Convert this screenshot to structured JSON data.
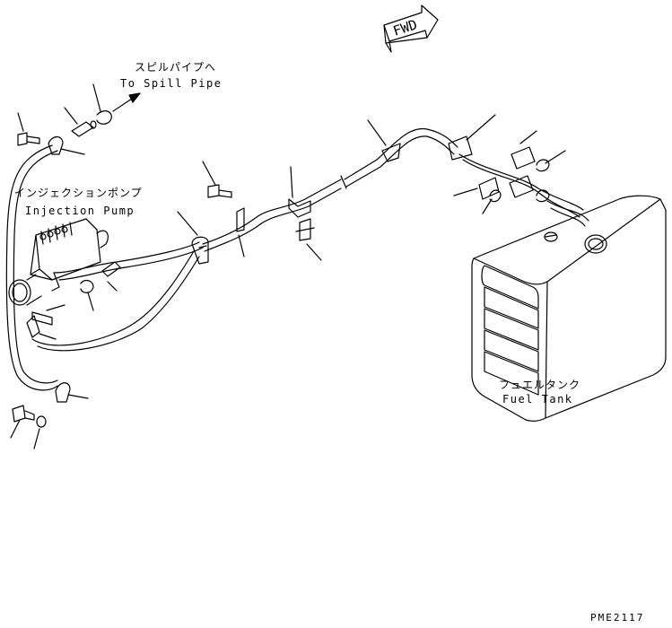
{
  "spill_pipe": {
    "label_jp": "スピルパイプへ",
    "label_en": "To Spill Pipe"
  },
  "injection_pump": {
    "label_jp": "インジェクションポンプ",
    "label_en": "Injection Pump"
  },
  "fuel_tank": {
    "label_jp": "フュエルタンク",
    "label_en": "Fuel Tank"
  },
  "direction": {
    "label": "FWD"
  },
  "drawing_number": "PME2117",
  "colors": {
    "line": "#000000",
    "background": "#ffffff"
  }
}
